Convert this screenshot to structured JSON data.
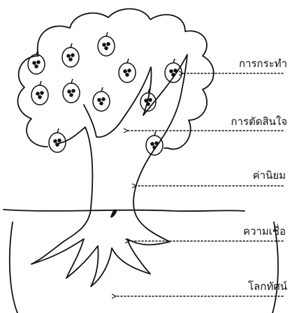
{
  "labels": [
    "การกระทำ",
    "การตัดสินใจ",
    "ค่านิยม",
    "ความเชื่อ",
    "โลกทัศน์"
  ],
  "colors": {
    "ink": "#111111",
    "background": "#ffffff"
  }
}
